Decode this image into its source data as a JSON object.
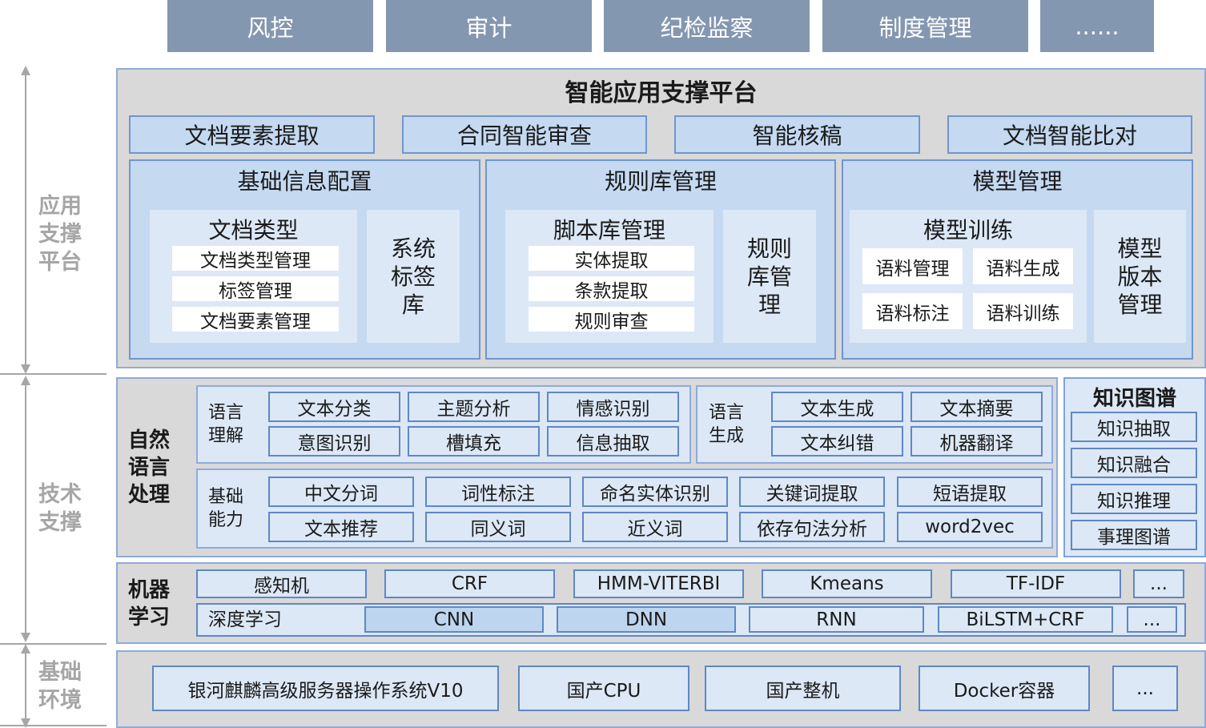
{
  "top_tabs": [
    "风控",
    "审计",
    "纪检监察",
    "制度管理",
    "......"
  ],
  "side_labels": {
    "app": [
      "应用",
      "支撑",
      "平台"
    ],
    "tech": [
      "技术",
      "支撑"
    ],
    "base": [
      "基础",
      "环境"
    ]
  },
  "platform": {
    "title": "智能应用支撑平台",
    "features": [
      "文档要素提取",
      "合同智能审查",
      "智能核稿",
      "文档智能比对"
    ],
    "basic_info": {
      "title": "基础信息配置",
      "doc_type_title": "文档类型",
      "doc_type_items": [
        "文档类型管理",
        "标签管理",
        "文档要素管理"
      ],
      "tag_lib": [
        "系统",
        "标签",
        "库"
      ]
    },
    "rule_lib": {
      "title": "规则库管理",
      "script_title": "脚本库管理",
      "script_items": [
        "实体提取",
        "条款提取",
        "规则审查"
      ],
      "rule_mgmt": [
        "规则",
        "库管",
        "理"
      ]
    },
    "model": {
      "title": "模型管理",
      "training_title": "模型训练",
      "training_items": [
        "语料管理",
        "语料生成",
        "语料标注",
        "语料训练"
      ],
      "version": [
        "模型",
        "版本",
        "管理"
      ]
    }
  },
  "nlp": {
    "label": [
      "自然",
      "语言",
      "处理"
    ],
    "understanding": {
      "label": [
        "语言",
        "理解"
      ],
      "items": [
        "文本分类",
        "主题分析",
        "情感识别",
        "意图识别",
        "槽填充",
        "信息抽取"
      ]
    },
    "generation": {
      "label": [
        "语言",
        "生成"
      ],
      "items": [
        "文本生成",
        "文本摘要",
        "文本纠错",
        "机器翻译"
      ]
    },
    "basic": {
      "label": [
        "基础",
        "能力"
      ],
      "items": [
        "中文分词",
        "词性标注",
        "命名实体识别",
        "关键词提取",
        "短语提取",
        "文本推荐",
        "同义词",
        "近义词",
        "依存句法分析",
        "word2vec"
      ]
    }
  },
  "kg": {
    "title": "知识图谱",
    "items": [
      "知识抽取",
      "知识融合",
      "知识推理",
      "事理图谱"
    ]
  },
  "ml": {
    "label": [
      "机器",
      "学习"
    ],
    "row1": [
      "感知机",
      "CRF",
      "HMM-VITERBI",
      "Kmeans",
      "TF-IDF",
      "..."
    ],
    "deep_label": "深度学习",
    "row2": [
      "CNN",
      "DNN",
      "RNN",
      "BiLSTM+CRF",
      "..."
    ]
  },
  "env": {
    "items": [
      "银河麒麟高级服务器操作系统V10",
      "国产CPU",
      "国产整机",
      "Docker容器",
      "..."
    ]
  }
}
